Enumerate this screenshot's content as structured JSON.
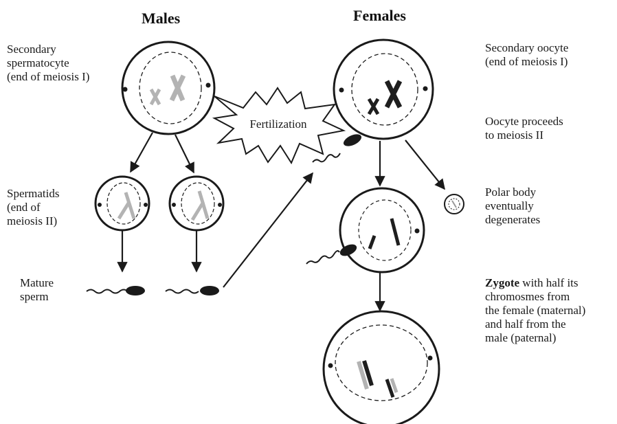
{
  "headers": {
    "males": "Males",
    "females": "Females"
  },
  "labels": {
    "secondary_spermatocyte": [
      "Secondary",
      "spermatocyte",
      "(end of meiosis I)"
    ],
    "spermatids": [
      "Spermatids",
      "(end of",
      "meiosis II)"
    ],
    "mature_sperm": [
      "Mature",
      "sperm"
    ],
    "secondary_oocyte": [
      "Secondary oocyte",
      "(end of meiosis I)"
    ],
    "oocyte_proceeds": [
      "Oocyte proceeds",
      "to meiosis II"
    ],
    "polar_body": [
      "Polar body",
      "eventually",
      "degenerates"
    ],
    "zygote": {
      "bold_word": "Zygote",
      "line1_rest": " with half its",
      "lines": [
        "chromosmes from",
        "the female (maternal)",
        "and half from the",
        "male (paternal)"
      ]
    },
    "fertilization": "Fertilization"
  },
  "colors": {
    "ink": "#1a1a1a",
    "paternal_chromosome": "#b3b3b3",
    "maternal_chromosome": "#1e1e1e"
  }
}
